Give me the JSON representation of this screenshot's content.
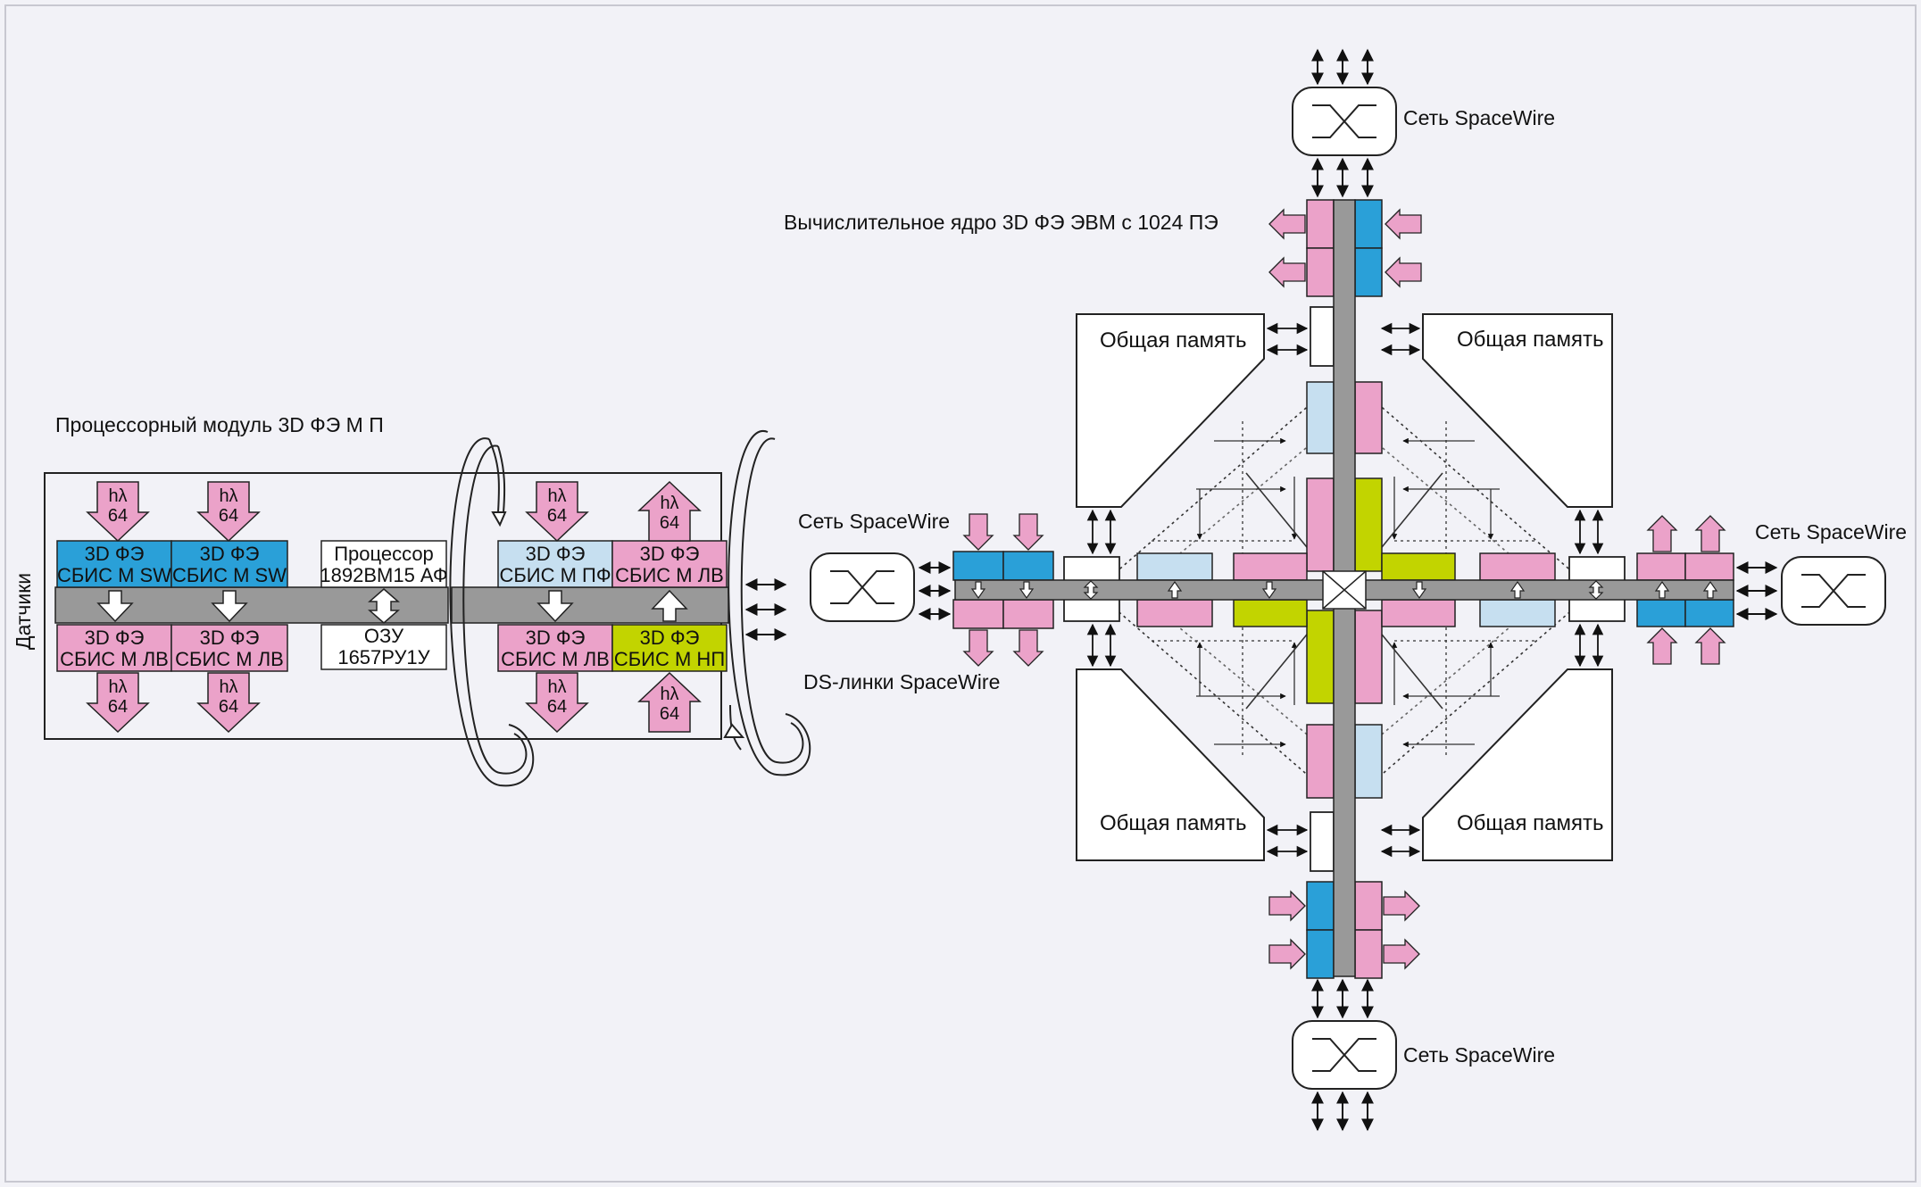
{
  "colors": {
    "page_bg": "#f2f2f7",
    "pink": "#eba2c9",
    "blue": "#2aa0d8",
    "light_blue": "#c6dff0",
    "yellow_green": "#c2d400",
    "bus_gray": "#999999",
    "outline": "#222222"
  },
  "module": {
    "title": "Процессорный модуль 3D ФЭ М П",
    "side_label": "Датчики",
    "top_blocks": [
      {
        "line1": "3D ФЭ",
        "line2": "СБИС М SW",
        "color": "blue"
      },
      {
        "line1": "3D ФЭ",
        "line2": "СБИС М SW",
        "color": "blue"
      }
    ],
    "bottom_blocks": [
      {
        "line1": "3D ФЭ",
        "line2": "СБИС М ЛВ",
        "color": "pink"
      },
      {
        "line1": "3D ФЭ",
        "line2": "СБИС М ЛВ",
        "color": "pink"
      }
    ],
    "processor": {
      "line1": "Процессор",
      "line2": "1892ВМ15 АФ"
    },
    "ram": {
      "line1": "ОЗУ",
      "line2": "1657РУ1У"
    },
    "right_top_blocks": [
      {
        "line1": "3D ФЭ",
        "line2": "СБИС М ПФ",
        "color": "light_blue"
      },
      {
        "line1": "3D ФЭ",
        "line2": "СБИС М ЛВ",
        "color": "pink"
      }
    ],
    "right_bottom_blocks": [
      {
        "line1": "3D ФЭ",
        "line2": "СБИС М ЛВ",
        "color": "pink"
      },
      {
        "line1": "3D ФЭ",
        "line2": "СБИС М НП",
        "color": "yellow_green"
      }
    ],
    "hl_arrow": {
      "sym": "hλ",
      "num": "64"
    }
  },
  "labels": {
    "spacewire_left": "Сеть SpaceWire",
    "ds_links": "DS-линки SpaceWire",
    "core_title": "Вычислительное ядро 3D ФЭ ЭВМ с 1024 ПЭ",
    "spacewire_top": "Сеть SpaceWire",
    "spacewire_right": "Сеть SpaceWire",
    "spacewire_bottom": "Сеть SpaceWire",
    "shared_memory": [
      "Общая память",
      "Общая память",
      "Общая память",
      "Общая память"
    ]
  },
  "icons": {
    "switch": "crossbar-switch-icon",
    "pink_arrow": "pink-block-arrow-icon",
    "white_arrow": "white-block-arrow-icon",
    "double_arrow": "bidirectional-arrow-icon",
    "loop_arrow": "circular-loop-arrow-icon"
  }
}
